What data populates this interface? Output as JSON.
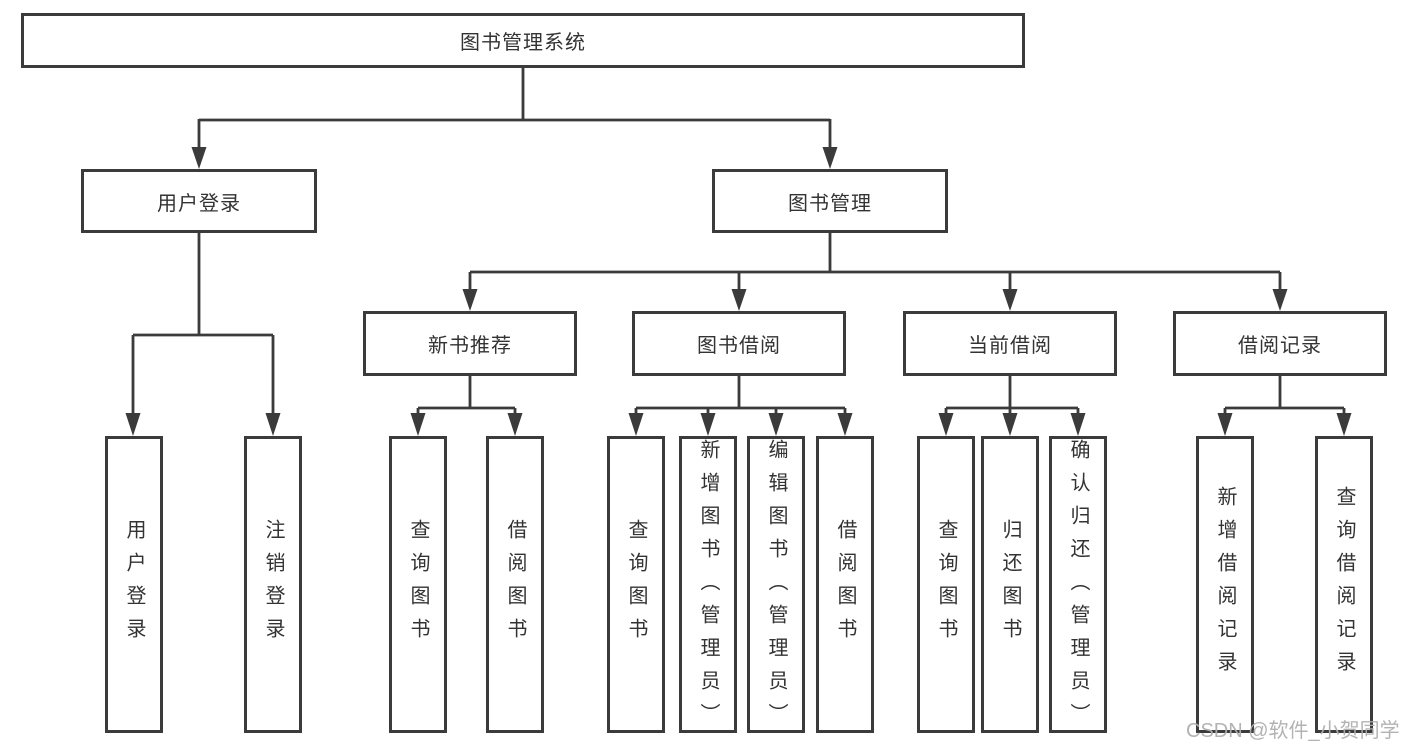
{
  "diagram": {
    "type": "tree",
    "watermark": "CSDN @软件_小贺同学",
    "colors": {
      "line": "#3b3b3b",
      "text": "#333333",
      "background": "#ffffff",
      "watermark": "#afafaf"
    },
    "tree": {
      "label": "图书管理系统",
      "children": [
        {
          "label": "用户登录",
          "children": [
            {
              "label": "用户登录"
            },
            {
              "label": "注销登录"
            }
          ]
        },
        {
          "label": "图书管理",
          "children": [
            {
              "label": "新书推荐",
              "children": [
                {
                  "label": "查询图书"
                },
                {
                  "label": "借阅图书"
                }
              ]
            },
            {
              "label": "图书借阅",
              "children": [
                {
                  "label": "查询图书"
                },
                {
                  "label": "新增图书（管理员）"
                },
                {
                  "label": "编辑图书（管理员）"
                },
                {
                  "label": "借阅图书"
                }
              ]
            },
            {
              "label": "当前借阅",
              "children": [
                {
                  "label": "查询图书"
                },
                {
                  "label": "归还图书"
                },
                {
                  "label": "确认归还（管理员）"
                }
              ]
            },
            {
              "label": "借阅记录",
              "children": [
                {
                  "label": "新增借阅记录"
                },
                {
                  "label": "查询借阅记录"
                }
              ]
            }
          ]
        }
      ]
    }
  }
}
